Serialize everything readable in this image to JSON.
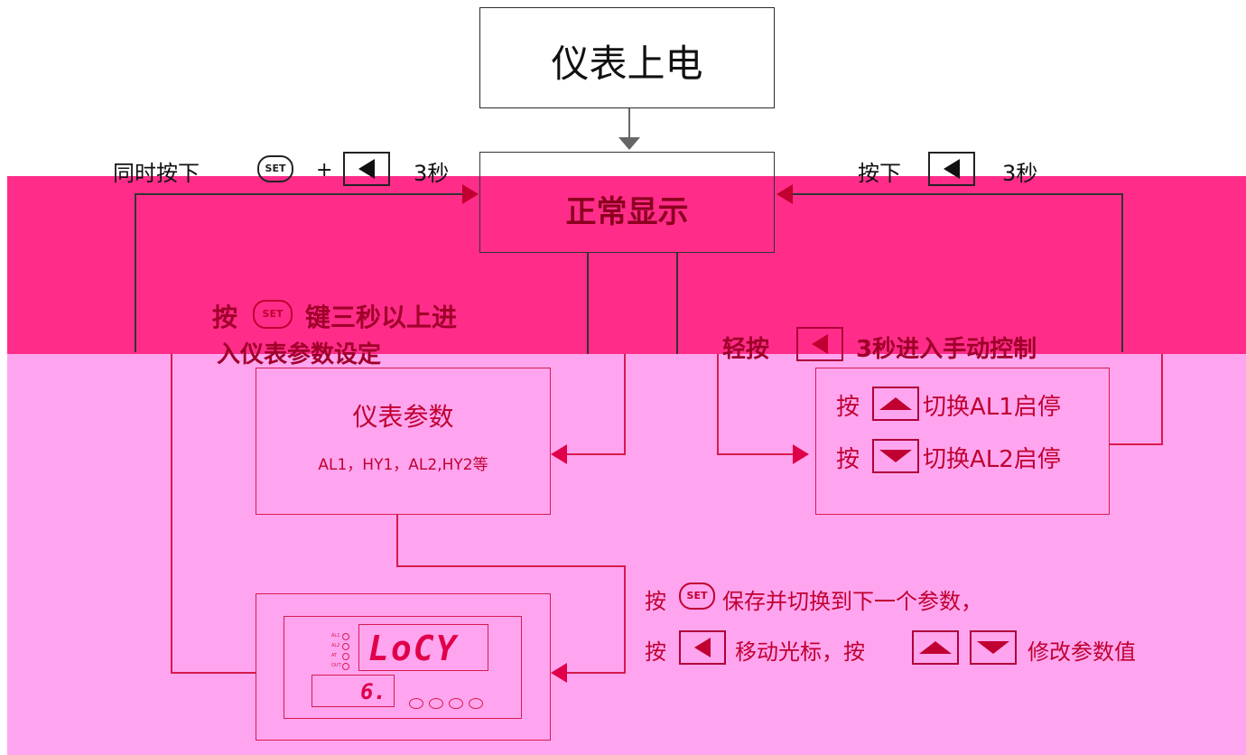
{
  "nodes": {
    "power_on": "仪表上电",
    "normal_display": "正常显示",
    "params_title": "仪表参数",
    "params_list": "AL1，HY1，AL2,HY2等",
    "switch_al1_pre": "按",
    "switch_al1_post": "切换AL1启停",
    "switch_al2_pre": "按",
    "switch_al2_post": "切换AL2启停"
  },
  "edges": {
    "left_top_pre": "同时按下",
    "left_top_plus": "+",
    "left_top_post": "3秒",
    "right_top_pre": "按下",
    "right_top_post": "3秒",
    "enter_params_pre": "按",
    "enter_params_post": "键三秒以上进",
    "enter_params_line2": "入仪表参数设定",
    "manual_pre": "轻按",
    "manual_post": "3秒进入手动控制",
    "save_pre": "按",
    "save_post": "保存并切换到下一个参数，",
    "move_pre": "按",
    "move_mid": "移动光标，按",
    "move_post": "修改参数值"
  },
  "keys": {
    "set_label": "SET"
  },
  "panel": {
    "display_top": "LoCY",
    "display_bottom": "6.",
    "led_labels": [
      "AL1",
      "AL2",
      "AT",
      "OUT"
    ]
  },
  "colors": {
    "band_top": "#ff2d89",
    "band_bottom": "#ffa5ef",
    "accent_red": "#c00031",
    "line": "#d81a4d"
  }
}
